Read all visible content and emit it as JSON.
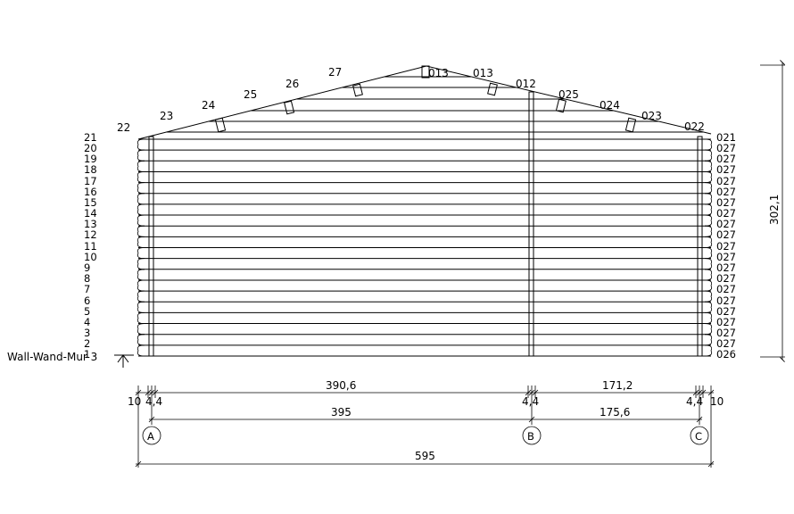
{
  "left_courses": [
    "1",
    "2",
    "3",
    "4",
    "5",
    "6",
    "7",
    "8",
    "9",
    "10",
    "11",
    "12",
    "13",
    "14",
    "15",
    "16",
    "17",
    "18",
    "19",
    "20",
    "21"
  ],
  "right_courses": [
    "026",
    "027",
    "027",
    "027",
    "027",
    "027",
    "027",
    "027",
    "027",
    "027",
    "027",
    "027",
    "027",
    "027",
    "027",
    "027",
    "027",
    "027",
    "027",
    "027",
    "021"
  ],
  "gable_left_labels": [
    "22",
    "23",
    "24",
    "25",
    "26",
    "27"
  ],
  "gable_right_labels": [
    "013",
    "013",
    "012",
    "025",
    "024",
    "023",
    "022"
  ],
  "wall_label": "Wall-Wand-Mur 3",
  "height_dim": "302,1",
  "dims_top": [
    "10",
    "4,4",
    "390,6",
    "4,4",
    "171,2",
    "4,4",
    "10"
  ],
  "dims_mid": [
    "395",
    "175,6"
  ],
  "axes": [
    "A",
    "B",
    "C"
  ],
  "total_dim": "595"
}
